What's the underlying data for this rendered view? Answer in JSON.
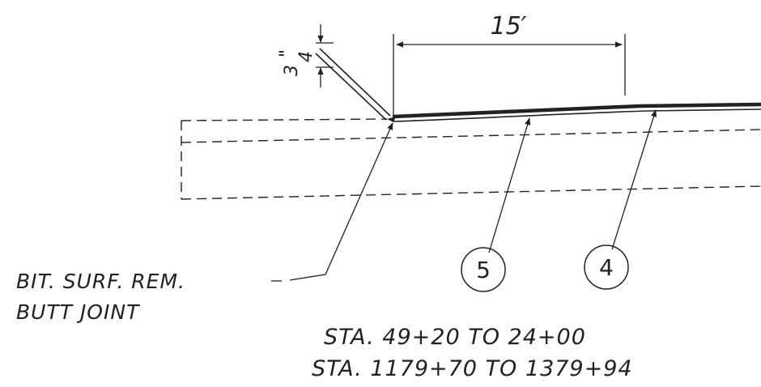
{
  "dimension_length": {
    "text": "15′"
  },
  "dimension_thickness": {
    "numerator": "3",
    "denominator": "4",
    "unit": "\""
  },
  "callouts": [
    {
      "number": "5"
    },
    {
      "number": "4"
    }
  ],
  "labels": {
    "line1": "BIT. SURF. REM.",
    "line2": "BUTT JOINT"
  },
  "stations": {
    "line1": "STA. 49+20 TO 24+00",
    "line2": "STA. 1179+70 TO 1379+94"
  },
  "colors": {
    "ink": "#222222",
    "paper": "#ffffff"
  }
}
